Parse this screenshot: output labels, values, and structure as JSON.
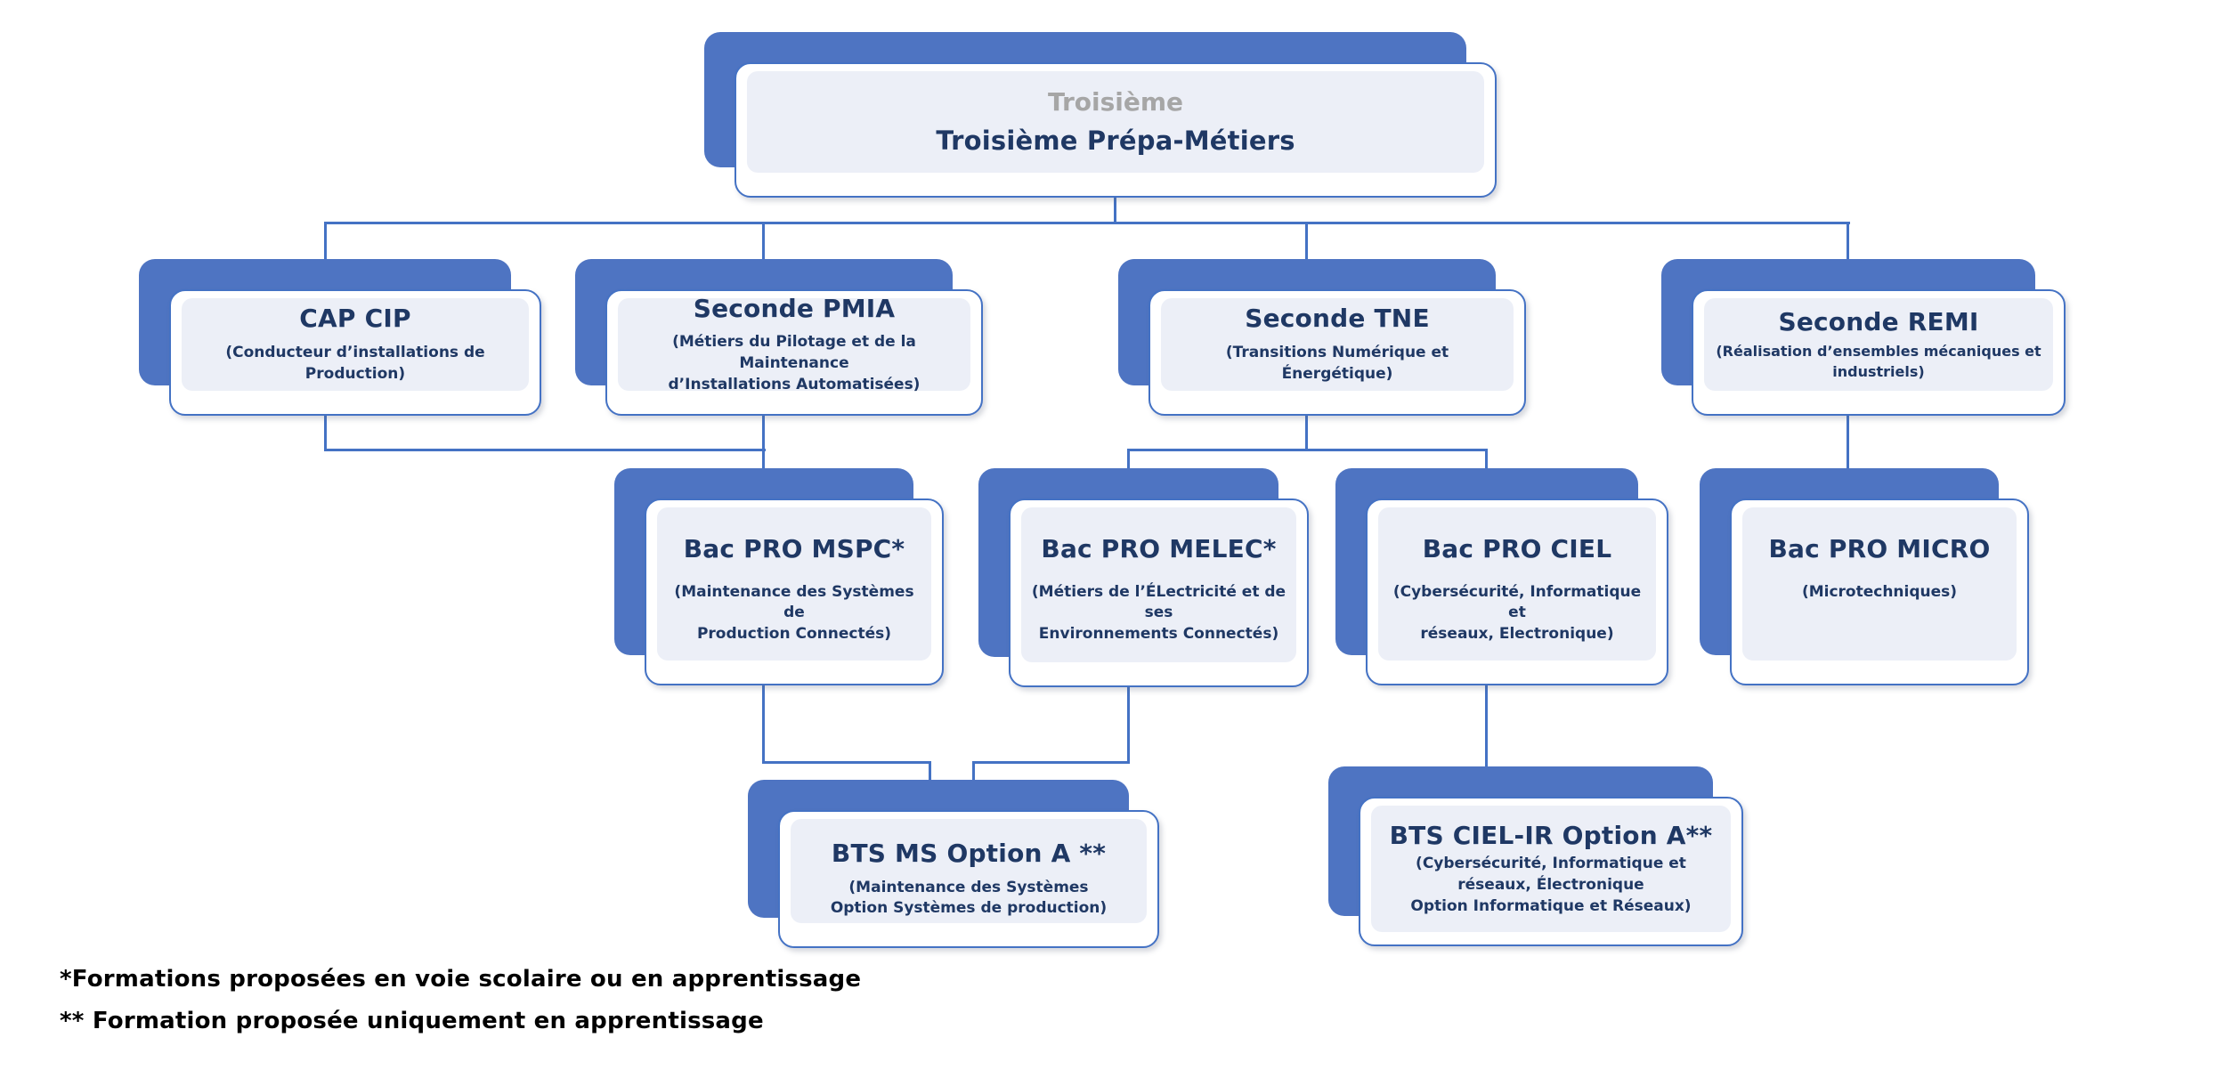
{
  "colors": {
    "accent_blue": "#4E74C2",
    "border_blue": "#4472C4",
    "panel_fill": "#ECEFF7",
    "title_navy": "#1F3864",
    "ghost_gray": "#A6A6A6"
  },
  "nodes": {
    "troisieme": {
      "ghost_label": "Troisième",
      "title": "Troisième Prépa-Métiers"
    },
    "cap_cip": {
      "title": "CAP CIP",
      "subtitle": "(Conducteur d’installations de Production)"
    },
    "pmia": {
      "title": "Seconde PMIA",
      "subtitle": "(Métiers du Pilotage et de la Maintenance\nd’Installations Automatisées)"
    },
    "tne": {
      "title": "Seconde TNE",
      "subtitle": "(Transitions Numérique et Énergétique)"
    },
    "remi": {
      "title": "Seconde REMI",
      "subtitle": "(Réalisation d’ensembles mécaniques et\nindustriels)"
    },
    "mspc": {
      "title": "Bac PRO MSPC*",
      "subtitle": "(Maintenance des Systèmes de\nProduction Connectés)"
    },
    "melec": {
      "title": "Bac PRO MELEC*",
      "subtitle": "(Métiers de l’ÉLectricité et de ses\nEnvironnements Connectés)"
    },
    "ciel": {
      "title": "Bac PRO CIEL",
      "subtitle": "(Cybersécurité, Informatique et\nréseaux, Electronique)"
    },
    "micro": {
      "title": "Bac PRO MICRO",
      "subtitle": "(Microtechniques)"
    },
    "bts_ms": {
      "title": "BTS MS Option A **",
      "subtitle": "(Maintenance des Systèmes\nOption Systèmes de production)"
    },
    "bts_ciel": {
      "title": "BTS CIEL-IR Option A**",
      "subtitle": "(Cybersécurité, Informatique et\nréseaux, Électronique\nOption Informatique et Réseaux)"
    }
  },
  "edges": [
    {
      "from": "troisieme",
      "to": "cap_cip"
    },
    {
      "from": "troisieme",
      "to": "pmia"
    },
    {
      "from": "troisieme",
      "to": "tne"
    },
    {
      "from": "troisieme",
      "to": "remi"
    },
    {
      "from": "cap_cip",
      "to": "mspc"
    },
    {
      "from": "pmia",
      "to": "mspc"
    },
    {
      "from": "tne",
      "to": "melec"
    },
    {
      "from": "tne",
      "to": "ciel"
    },
    {
      "from": "remi",
      "to": "micro"
    },
    {
      "from": "mspc",
      "to": "bts_ms"
    },
    {
      "from": "melec",
      "to": "bts_ms"
    },
    {
      "from": "ciel",
      "to": "bts_ciel"
    }
  ],
  "footnotes": [
    "*Formations proposées en  voie scolaire ou en apprentissage",
    "** Formation proposée uniquement en apprentissage"
  ]
}
